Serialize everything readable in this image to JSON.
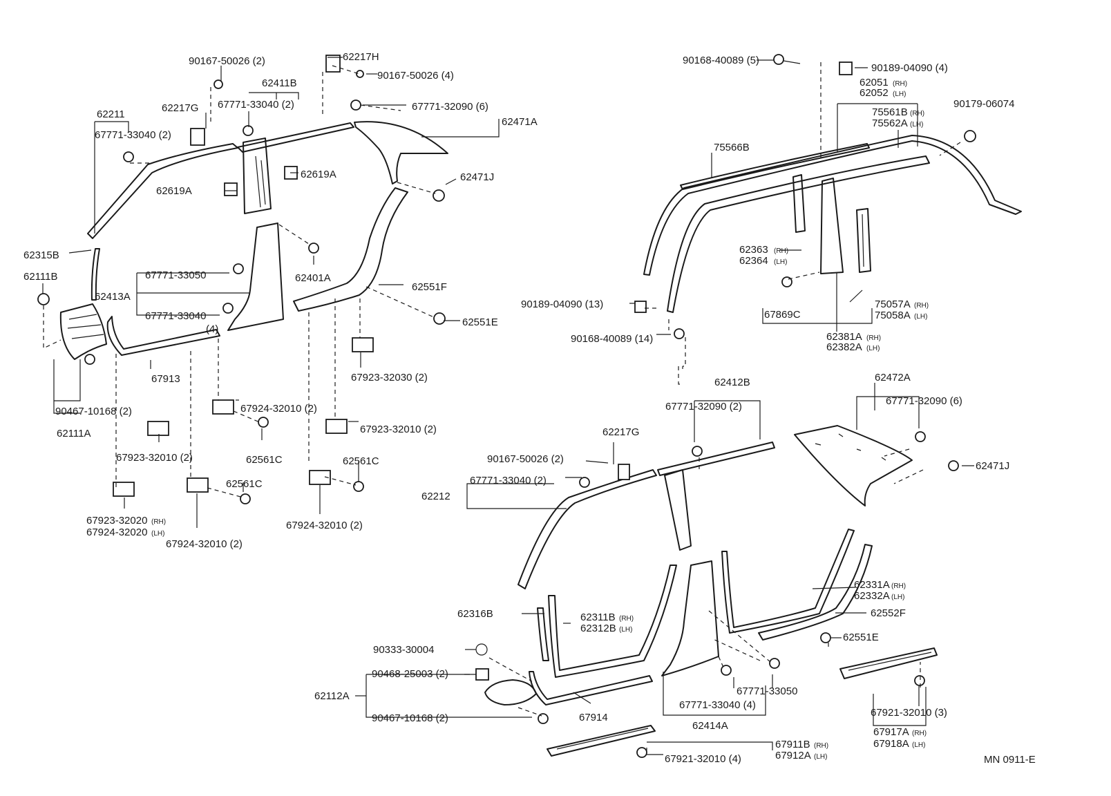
{
  "labels": {
    "p90167_50026_top": "90167-50026 (2)",
    "p62217H": "62217H",
    "p90167_50026_4": "90167-50026 (4)",
    "p62411B": "62411B",
    "p62217G_top": "62217G",
    "p67771_33040_top": "67771-33040 (2)",
    "p67771_32090_top": "67771-32090 (6)",
    "p62471A": "62471A",
    "p62211": "62211",
    "p67771_33040_left": "67771-33040 (2)",
    "p62619A_a": "62619A",
    "p62619A_b": "62619A",
    "p62471J_top": "62471J",
    "p62315B": "62315B",
    "p62111B": "62111B",
    "p62401A": "62401A",
    "p67771_33050_top": "67771-33050",
    "p62413A": "62413A",
    "p67771_33040_4": "67771-33040",
    "p4": "(4)",
    "p62551F": "62551F",
    "p62551E_top": "62551E",
    "p67913": "67913",
    "p90467_10168_top": "90467-10168 (2)",
    "p62111A": "62111A",
    "p67923_32030": "67923-32030 (2)",
    "p67924_32010_a": "67924-32010 (2)",
    "p67923_32010_a": "67923-32010 (2)",
    "p67923_32010_b": "67923-32010 (2)",
    "p62561C_a": "62561C",
    "p62561C_b": "62561C",
    "p62561C_c": "62561C",
    "p67923_32020": "67923-32020",
    "p67924_32020": "67924-32020",
    "rh": "(RH)",
    "lh": "(LH)",
    "p67924_32010_b": "67924-32010 (2)",
    "p67924_32010_c": "67924-32010 (2)",
    "p90168_40089_5": "90168-40089 (5)",
    "p90189_04090_4": "90189-04090 (4)",
    "p62051": "62051",
    "p62052": "62052",
    "p75561B": "75561B",
    "p75562A": "75562A",
    "p90179_06074": "90179-06074",
    "p75566B": "75566B",
    "p62363": "62363",
    "p62364": "62364",
    "p90189_04090_13": "90189-04090 (13)",
    "p67869C": "67869C",
    "p75057A": "75057A",
    "p75058A": "75058A",
    "p90168_40089_14": "90168-40089 (14)",
    "p62381A": "62381A",
    "p62382A": "62382A",
    "p62412B": "62412B",
    "p62472A": "62472A",
    "p67771_32090_2": "67771-32090 (2)",
    "p67771_32090_6": "67771-32090 (6)",
    "p62217G_bot": "62217G",
    "p90167_50026_bot": "90167-50026 (2)",
    "p62471J_bot": "62471J",
    "p67771_33040_bot": "67771-33040 (2)",
    "p62212": "62212",
    "p62331A": "62331A",
    "p62332A": "62332A",
    "p62316B": "62316B",
    "p62311B": "62311B",
    "p62312B": "62312B",
    "p62552F": "62552F",
    "p62551E_bot": "62551E",
    "p90333_30004": "90333-30004",
    "p90468_25003": "90468-25003 (2)",
    "p62112A": "62112A",
    "p90467_10168_bot": "90467-10168 (2)",
    "p67914": "67914",
    "p67771_33040_4b": "67771-33040 (4)",
    "p67771_33050_bot": "67771-33050",
    "p62414A": "62414A",
    "p67921_32010_3": "67921-32010 (3)",
    "p67917A": "67917A",
    "p67918A": "67918A",
    "p67911B": "67911B",
    "p67912A": "67912A",
    "p67921_32010_4": "67921-32010 (4)",
    "diagram_code": "MN 0911-E"
  }
}
